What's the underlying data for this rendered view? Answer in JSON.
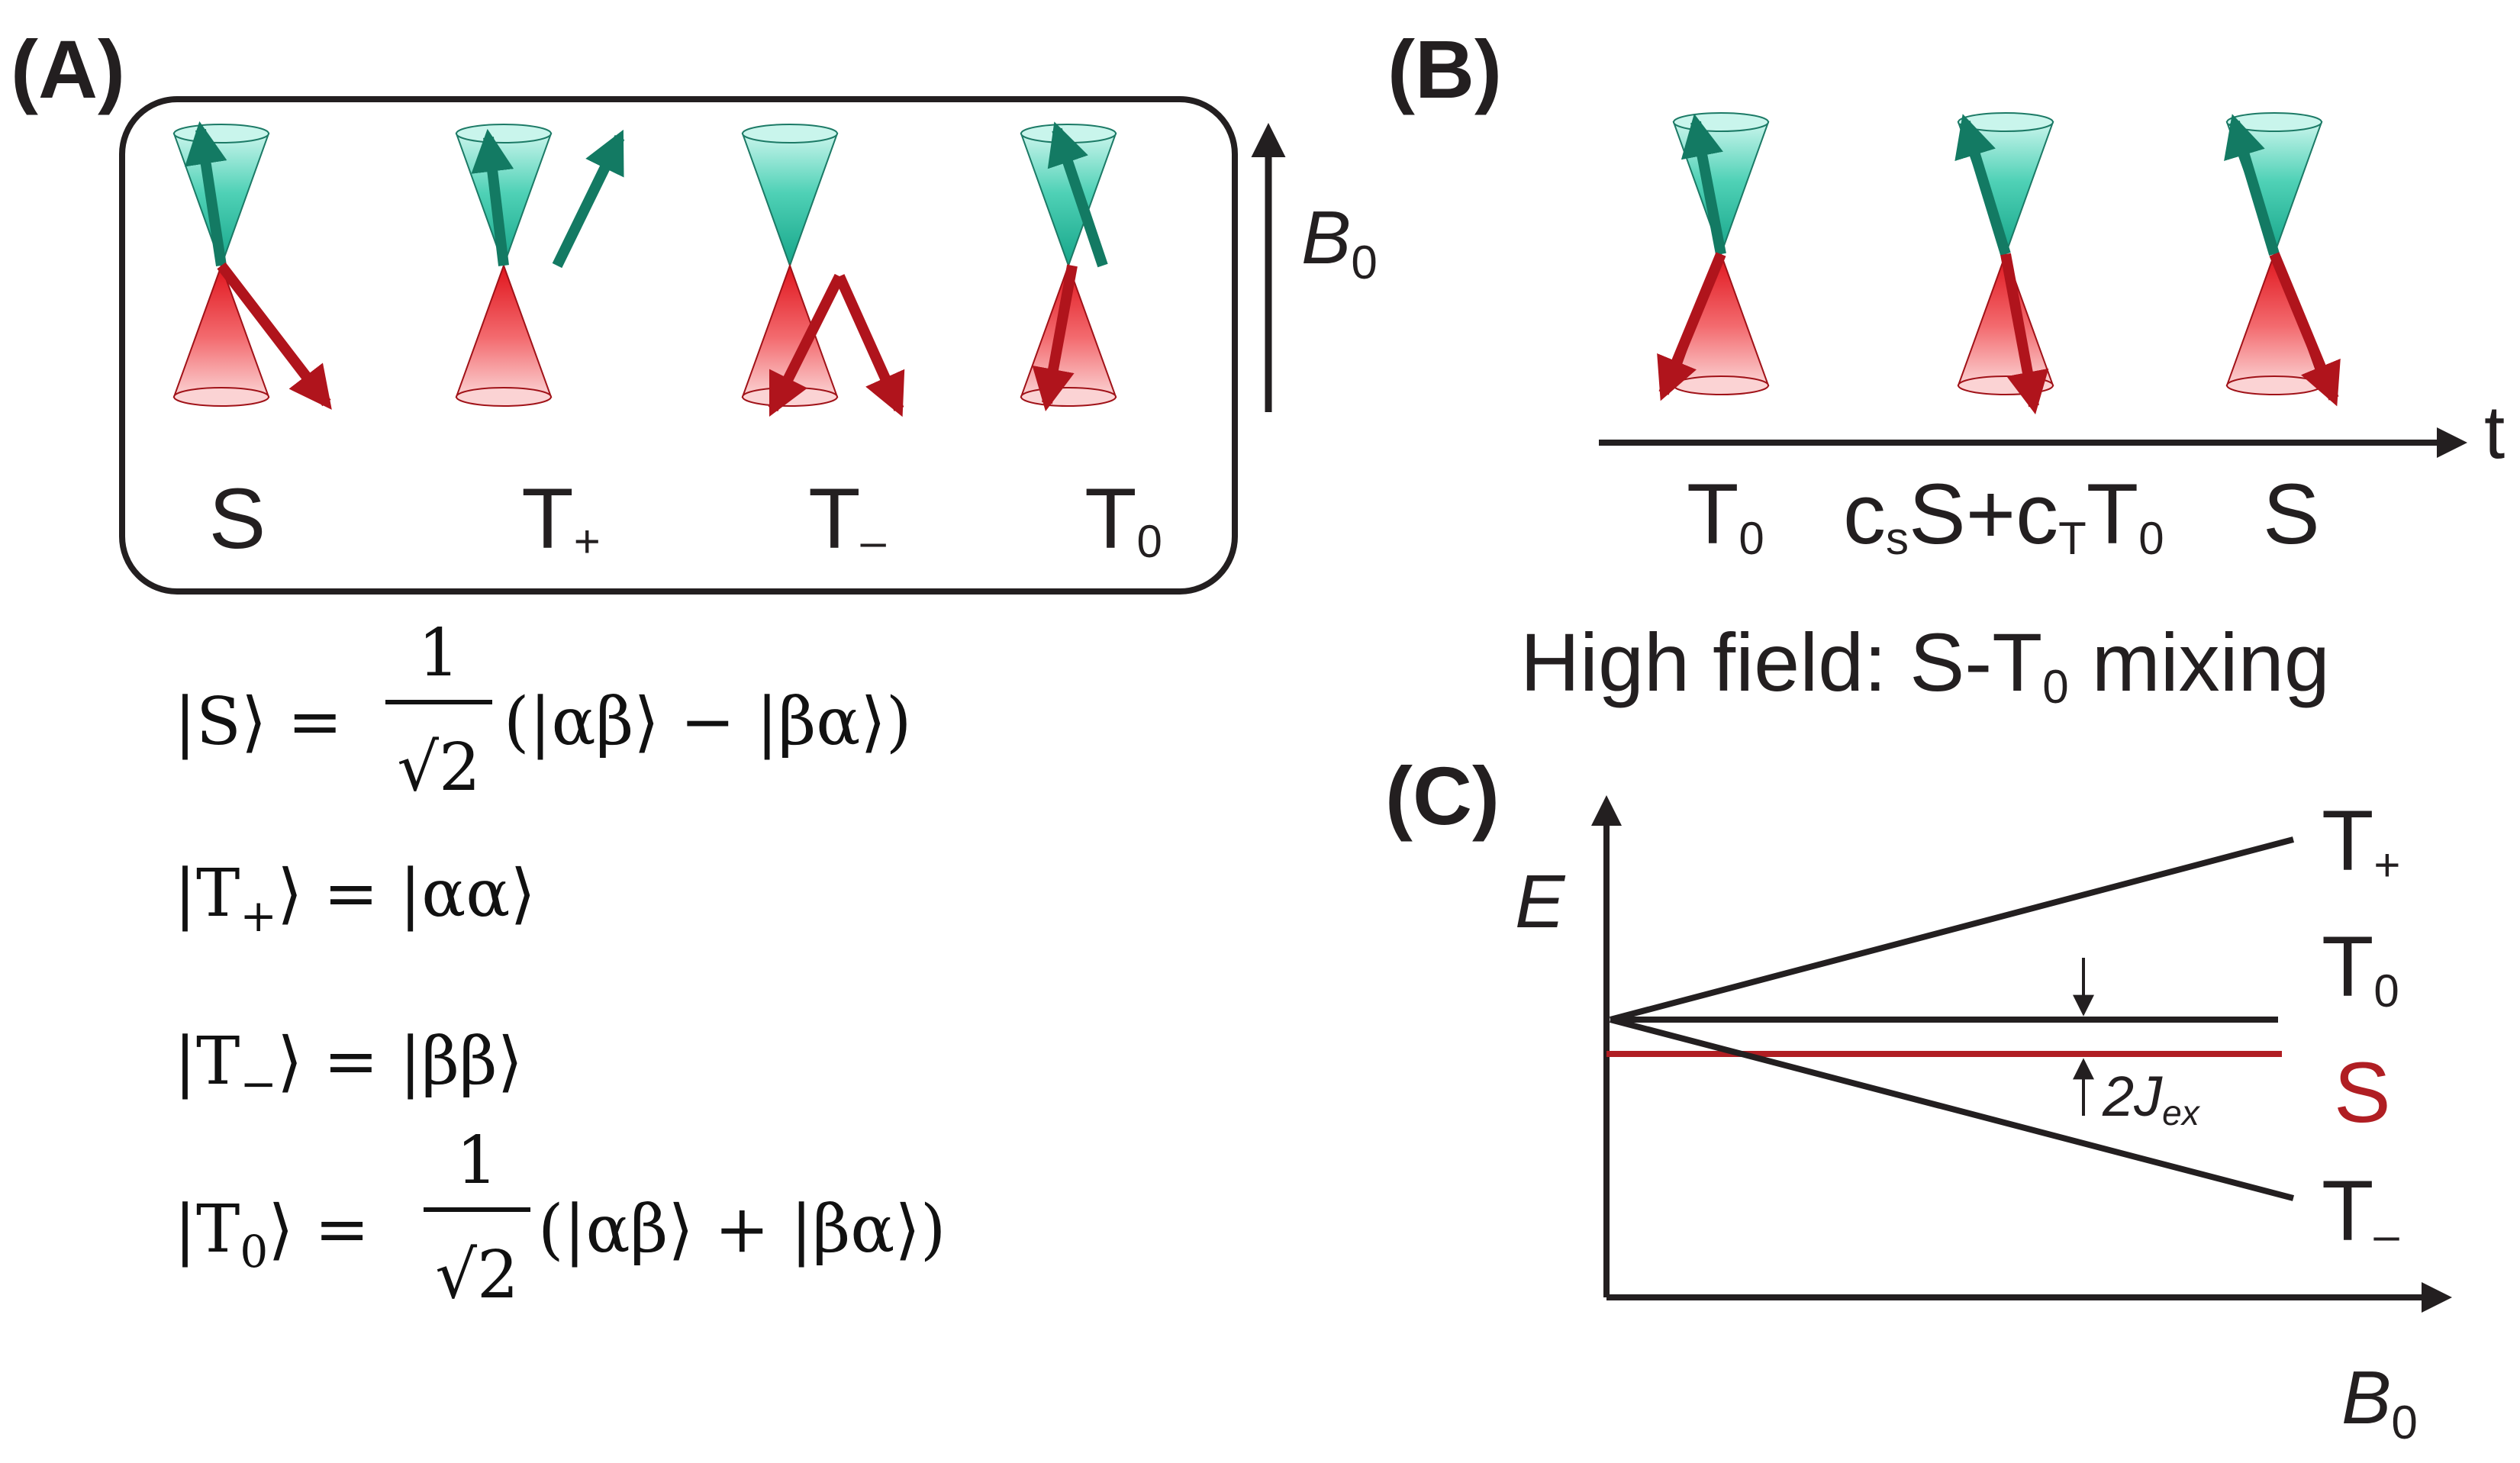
{
  "panels": {
    "a": {
      "label": "(A)",
      "field_symbol": "B",
      "field_subscript": "0"
    },
    "b": {
      "label": "(B)",
      "time_axis": "t",
      "caption_prefix": "High field: S-T",
      "caption_subscript": "0",
      "caption_suffix": " mixing"
    },
    "c": {
      "label": "(C)",
      "y_axis_symbol": "E",
      "x_axis_symbol": "B",
      "x_axis_subscript": "0",
      "gap_label_prefix": "2J",
      "gap_label_subscript": "ex"
    }
  },
  "states_a": [
    {
      "main": "S",
      "sub": ""
    },
    {
      "main": "T",
      "sub": "+"
    },
    {
      "main": "T",
      "sub": "–"
    },
    {
      "main": "T",
      "sub": "0"
    }
  ],
  "states_b": {
    "first_main": "T",
    "first_sub": "0",
    "mix_c1": "c",
    "mix_s_sub": "s",
    "mix_s": "S+",
    "mix_c2": "c",
    "mix_t_sub": "T",
    "mix_t": "T",
    "mix_t0_sub": "0",
    "last": "S"
  },
  "levels_c": [
    {
      "main": "T",
      "sub": "+"
    },
    {
      "main": "T",
      "sub": "0"
    },
    {
      "main": "S",
      "sub": ""
    },
    {
      "main": "T",
      "sub": "–"
    }
  ],
  "equations": {
    "s_lhs": "|S⟩ = ",
    "s_frac_num": "1",
    "s_frac_den": "√2",
    "s_rhs": "(|αβ⟩ − |βα⟩)",
    "tplus_lhs_open": "|T",
    "tplus_lhs_sub": "+",
    "tplus_rhs": "⟩ = |αα⟩",
    "tminus_lhs_open": "|T",
    "tminus_lhs_sub": "−",
    "tminus_rhs": "⟩ = |ββ⟩",
    "t0_lhs_open": "|T",
    "t0_lhs_sub": "0",
    "t0_lhs_close": "⟩ = ",
    "t0_frac_num": "1",
    "t0_frac_den": "√2",
    "t0_rhs": "(|αβ⟩ + |βα⟩)"
  },
  "colors": {
    "ink": "#231f20",
    "cone_teal": "#2ec4a6",
    "arrow_teal": "#137a63",
    "cone_red": "#ef1c24",
    "arrow_red": "#b0141c",
    "singlet_red": "#b01e23"
  }
}
